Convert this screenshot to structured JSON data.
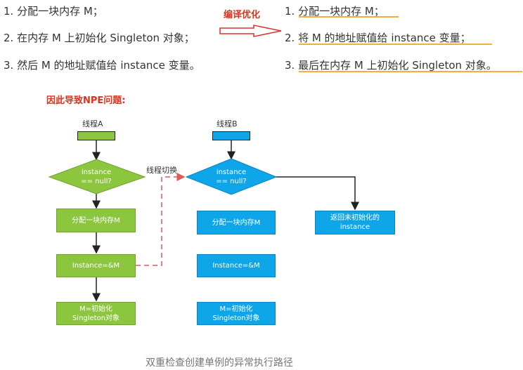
{
  "top": {
    "left_steps": [
      "1. 分配一块内存 M；",
      "2. 在内存 M 上初始化 Singleton 对象；",
      "3. 然后 M 的地址赋值给 instance 变量。"
    ],
    "optimize_label": "编译优化",
    "right_steps": [
      "1. 分配一块内存 M；",
      "2. 将 M 的地址赋值给 instance 变量；",
      "3. 最后在内存 M 上初始化 Singleton 对象。"
    ]
  },
  "npe_title": "因此导致NPE问题:",
  "diagram": {
    "thread_a": {
      "label": "线程A",
      "decision": [
        "instance",
        "== null?"
      ],
      "alloc": "分配一块内存M",
      "assign": "Instance=&M",
      "init": [
        "M=初始化",
        "Singleton对象"
      ]
    },
    "thread_b": {
      "label": "线程B",
      "decision": [
        "instance",
        "== null?"
      ],
      "alloc": "分配一块内存M",
      "assign": "Instance=&M",
      "init": [
        "M=初始化",
        "Singleton对象"
      ],
      "return_box": [
        "返回未初始化的",
        "instance"
      ]
    },
    "switch_label": "线程切换",
    "colors": {
      "thread_a": "#8cc63f",
      "thread_b": "#0ea5e9",
      "switch_arrow": "#e05a5a",
      "optimize_arrow": "#d9342b",
      "step_underline": "#f0b040"
    }
  },
  "caption": "双重检查创建单例的异常执行路径"
}
